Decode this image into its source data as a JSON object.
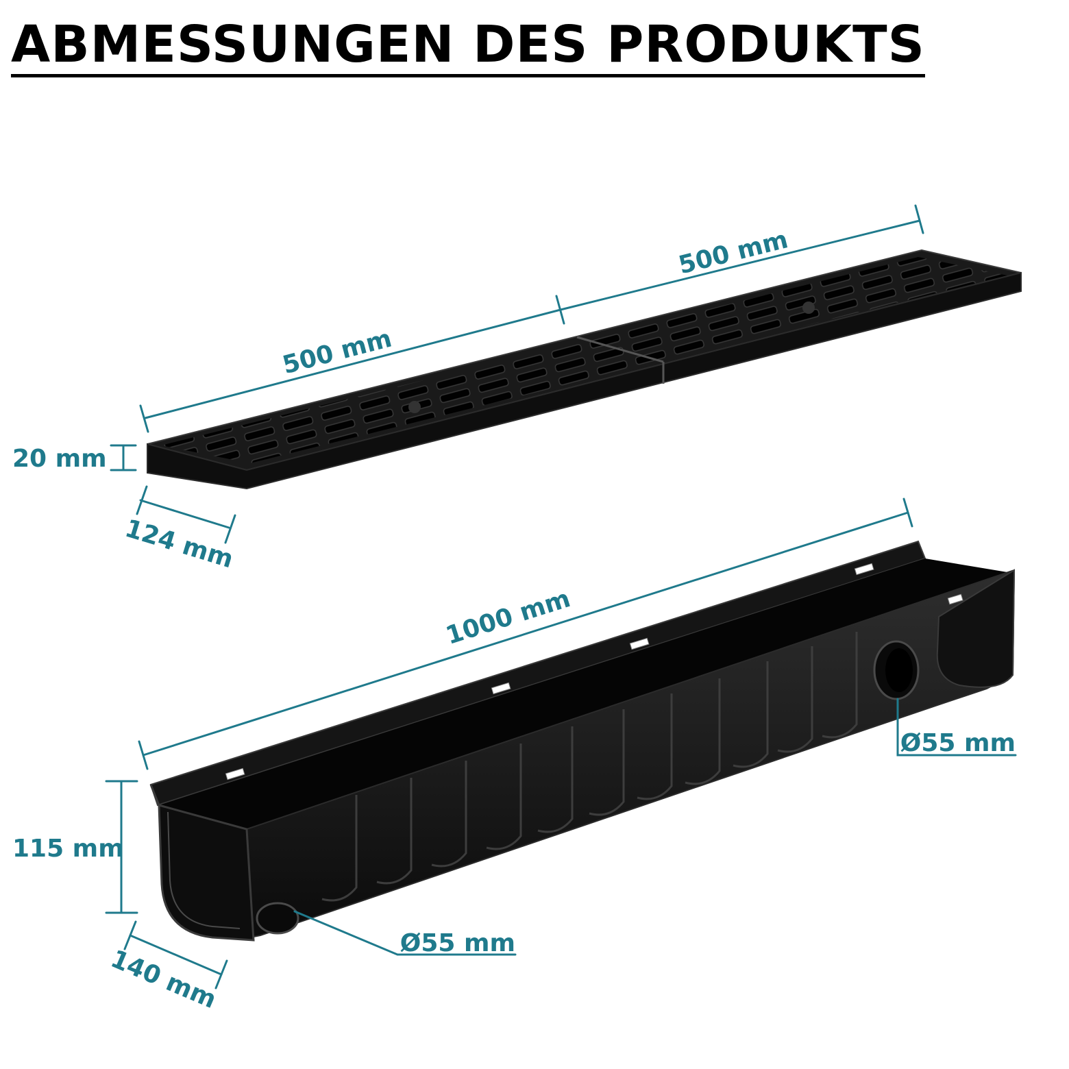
{
  "title": "ABMESSUNGEN DES PRODUKTS",
  "colors": {
    "dimension": "#1f7a8c",
    "product": "#111111",
    "product_edge": "#2b2b2b",
    "background": "#ffffff"
  },
  "grate": {
    "segment_1_length": "500 mm",
    "segment_2_length": "500 mm",
    "height": "20 mm",
    "width": "124 mm"
  },
  "channel": {
    "length": "1000 mm",
    "height": "115 mm",
    "width": "140 mm",
    "outlet_left": "Ø55 mm",
    "outlet_right": "Ø55 mm"
  }
}
